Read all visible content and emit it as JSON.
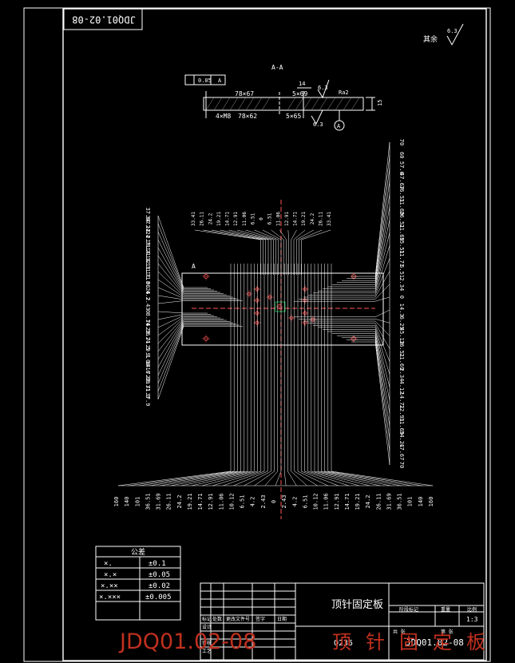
{
  "drawing": {
    "title_box_code": "JDQ01.02-08",
    "roughness_note": "其余",
    "roughness_symbol_value": "6.3",
    "section_label": "A-A",
    "section_callouts": {
      "flatness": "0.05",
      "datum": "A",
      "dim_slot": "14",
      "dim_upper_left": "78×67",
      "dim_upper_right": "5×69",
      "rough_small": "6.3",
      "rough_right": "Ra2",
      "dim_lower_left": "4×M8",
      "dim_lower_mid": "78×62",
      "dim_lower_right": "5×65",
      "dim_thickness": "15",
      "bubble": "A",
      "rough_lower": "6.3"
    },
    "view_marker": "A",
    "right_ordinate_labels": [
      "70",
      "60",
      "57.6",
      "47.67",
      "36.51",
      "31.69",
      "26.51",
      "21.69",
      "15.51",
      "11.71",
      "6.51",
      "2.34",
      "0",
      "14.3",
      "6.25",
      "45.12",
      "36.51",
      "21.69",
      "2.34",
      "4.12",
      "14.71",
      "22.91",
      "31.69",
      "34.21",
      "47.67",
      "70"
    ],
    "left_ordinate_labels": [
      "37.67",
      "34.12",
      "24.2",
      "24.71",
      "19.21",
      "14.12",
      "14.31",
      "11.71",
      "11.06",
      "8.26",
      "4.2",
      "2.43",
      "0",
      "8.76",
      "14.36",
      "23.71",
      "24.5",
      "19.1",
      "9.06",
      "14.7",
      "16.09",
      "23.71",
      "31.3",
      "37.9"
    ],
    "bottom_ordinate_labels": [
      "160",
      "140",
      "101",
      "36.51",
      "31.69",
      "26.11",
      "24.2",
      "19.21",
      "14.71",
      "12.91",
      "11.06",
      "10.12",
      "6.51",
      "4.2",
      "2.43",
      "0",
      "2.43",
      "4.2",
      "6.51",
      "10.12",
      "11.06",
      "12.91",
      "14.71",
      "19.21",
      "24.2",
      "26.11",
      "31.69",
      "36.51",
      "101",
      "140",
      "160"
    ],
    "top_ordinate_labels": [
      "33.41",
      "26.11",
      "24.2",
      "19.21",
      "14.71",
      "12.91",
      "11.06",
      "6.51",
      "0",
      "6.51",
      "11.06",
      "12.91",
      "14.71",
      "19.21",
      "24.2",
      "26.11",
      "33.41"
    ],
    "tolerance_table": {
      "title": "公差",
      "rows": [
        {
          "format": "×.",
          "value": "±0.1"
        },
        {
          "format": "×.×",
          "value": "±0.05"
        },
        {
          "format": "×.××",
          "value": "±0.02"
        },
        {
          "format": "×.×××",
          "value": "±0.005"
        }
      ]
    },
    "title_block": {
      "part_name": "顶针固定板",
      "material": "Q235",
      "scale": "1:3",
      "drawing_code": "JDQ01.02-08",
      "small_headers": [
        "标记",
        "处数",
        "更改文件号",
        "签字",
        "日期"
      ],
      "small_headers_2": [
        "设计",
        "审核",
        "工艺"
      ],
      "right_headers": [
        "阶段标记",
        "重量",
        "比例"
      ],
      "right_bottom": [
        "共 张",
        "第 张"
      ]
    },
    "watermark": {
      "code": "JDQ01.02-08",
      "name": "顶针固定板"
    }
  }
}
